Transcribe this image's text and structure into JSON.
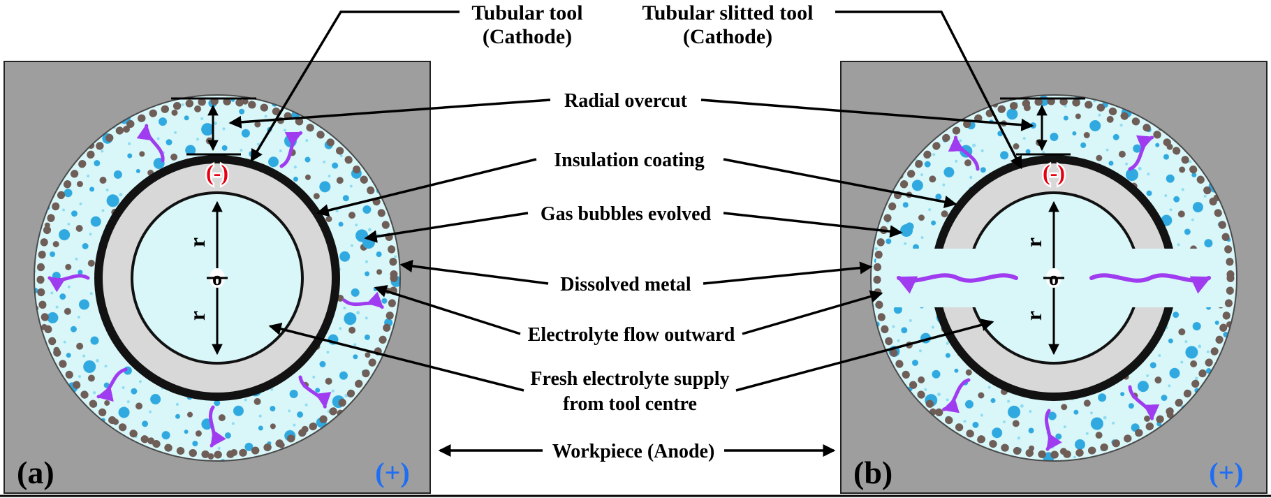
{
  "callouts": {
    "tubular_tool": {
      "line1": "Tubular tool",
      "line2": "(Cathode)"
    },
    "tubular_slitted_tool": {
      "line1": "Tubular slitted tool",
      "line2": "(Cathode)"
    },
    "radial_overcut": "Radial overcut",
    "insulation_coating": "Insulation coating",
    "gas_bubbles": "Gas bubbles evolved",
    "dissolved_metal": "Dissolved metal",
    "electrolyte_flow": "Electrolyte flow outward",
    "fresh_electrolyte": {
      "line1": "Fresh electrolyte supply",
      "line2": "from tool centre"
    },
    "workpiece": "Workpiece (Anode)"
  },
  "panels": [
    {
      "corner_label": "(a)",
      "anode_sign": "(+)",
      "cathode_sign": "(-)",
      "radius_upper": "r",
      "radius_lower": "r",
      "origin": "o"
    },
    {
      "corner_label": "(b)",
      "anode_sign": "(+)",
      "cathode_sign": "(-)",
      "radius_upper": "r",
      "radius_lower": "r",
      "origin": "o"
    }
  ],
  "colors": {
    "workpiece": "#9e9e9e",
    "electrolyte": "#d9f7f9",
    "bubble": "#2fa9e0",
    "bubble_light": "#8edcf2",
    "dissolved": "#6e5e57",
    "flow": "#a03cf0",
    "tool_body": "#d8d8d8",
    "tool_dark": "#121212",
    "negative": "#e60012",
    "positive": "#1e6ef5"
  }
}
